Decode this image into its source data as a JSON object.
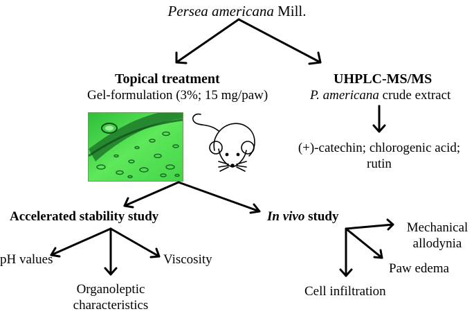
{
  "title": {
    "italic": "Persea americana",
    "plain": " Mill."
  },
  "left_branch": {
    "heading": "Topical treatment",
    "subheading": "Gel-formulation (3%; 15 mg/paw)",
    "micrograph_icon": "gel-micrograph-image",
    "mouse_icon": "mouse-icon"
  },
  "right_branch": {
    "heading": "UHPLC-MS/MS",
    "subheading_italic": "P. americana",
    "subheading_plain": " crude extract",
    "compounds_line1": "(+)-catechin; chlorogenic acid;",
    "compounds_line2": "rutin"
  },
  "stability": {
    "heading": "Accelerated stability study",
    "items": {
      "ph": "pH values",
      "viscosity": "Viscosity",
      "organoleptic_line1": "Organoleptic",
      "organoleptic_line2": "characteristics"
    }
  },
  "invivo": {
    "heading_italic": "In vivo",
    "heading_plain": " study",
    "items": {
      "allodynia_line1": "Mechanical",
      "allodynia_line2": "allodynia",
      "edema": "Paw edema",
      "infiltration": "Cell infiltration"
    }
  },
  "colors": {
    "arrow": "#000000",
    "gel": "#3fd63f",
    "gel_dark": "#1f7a2a"
  }
}
